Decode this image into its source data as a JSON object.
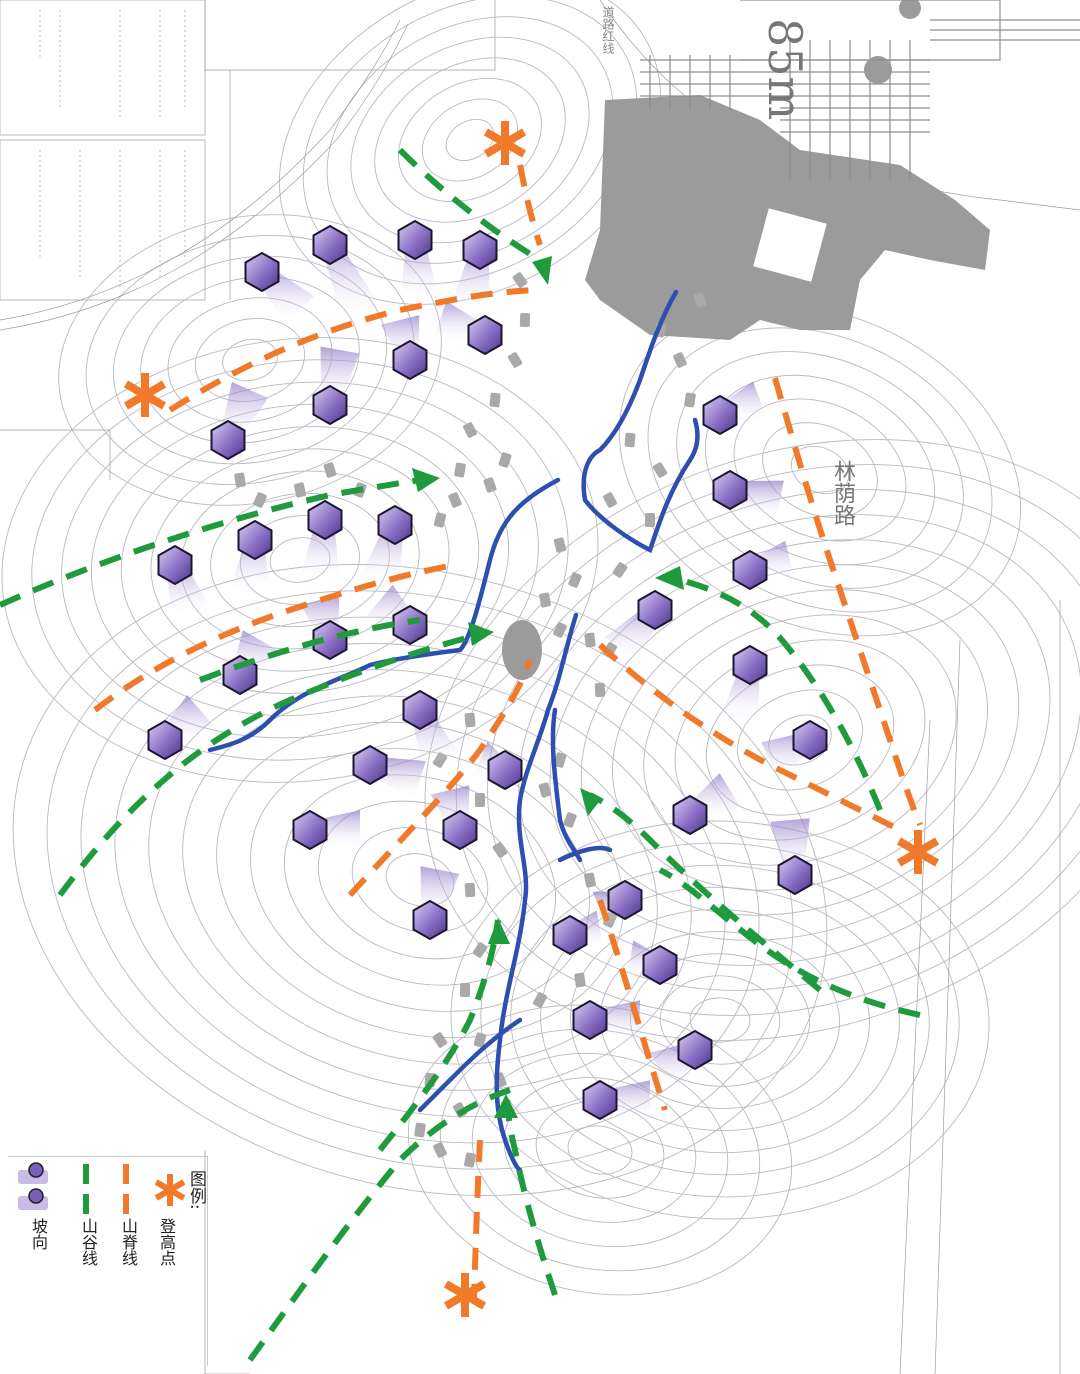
{
  "map": {
    "plaza_label": "85m",
    "road_label": "林荫路",
    "top_road_label": "道路红线"
  },
  "legend": {
    "title": "图例:",
    "items": [
      {
        "label": "登高点",
        "icon": "orange-asterisk-icon",
        "color": "#f07a2a"
      },
      {
        "label": "山脊线",
        "icon": "orange-dashed-line-icon",
        "color": "#f07a2a"
      },
      {
        "label": "山谷线",
        "icon": "green-dashed-line-icon",
        "color": "#1f9a3c"
      },
      {
        "label": "坡向",
        "icon": "purple-pointer-icon",
        "color": "#7a5fb8"
      }
    ]
  },
  "colors": {
    "ridge": "#f07a2a",
    "valley": "#1f9a3c",
    "stream": "#2c4fb0",
    "slope": "#7a5fb8",
    "building": "#9b9b9b"
  }
}
